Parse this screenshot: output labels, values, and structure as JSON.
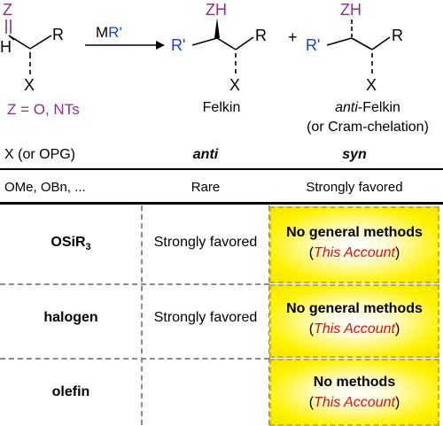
{
  "scheme": {
    "substrate_Z": "Z",
    "substrate_H": "H",
    "substrate_R": "R",
    "substrate_X": "X",
    "reagent_M": "M",
    "reagent_R": "R'",
    "z_def": "Z = O, NTs",
    "felkin_ZH": "ZH",
    "felkin_Rp": "R'",
    "felkin_R": "R",
    "felkin_X": "X",
    "plus": "+",
    "anti_ZH": "ZH",
    "anti_Rp": "R'",
    "anti_R": "R",
    "anti_X": "X",
    "felkin_label": "Felkin",
    "anti_felkin_prefix": "anti",
    "anti_felkin_suffix": "-Felkin",
    "cram_label": "(or Cram-chelation)"
  },
  "table": {
    "col_header_x": "X (or OPG)",
    "col_header_anti": "anti",
    "col_header_syn": "syn",
    "first_row": {
      "label": "OMe, OBn, ...",
      "anti": "Rare",
      "syn": "Strongly favored"
    },
    "rows": [
      {
        "label_main": "OSiR",
        "label_sub": "3",
        "anti": "Strongly favored",
        "syn_main": "No general methods",
        "syn_paren_open": "(",
        "syn_ref": "This Account",
        "syn_paren_close": ")"
      },
      {
        "label_main": "halogen",
        "anti": "Strongly favored",
        "syn_main": "No general methods",
        "syn_paren_open": "(",
        "syn_ref": "This Account",
        "syn_paren_close": ")"
      },
      {
        "label_main": "olefin",
        "anti": "",
        "syn_main": "No methods",
        "syn_paren_open": "(",
        "syn_ref": "This Account",
        "syn_paren_close": ")"
      }
    ]
  },
  "colors": {
    "z_purple": "#8b2f8b",
    "r_blue": "#1a3fd6",
    "ref_red": "#e01010",
    "highlight_yellow": "#fff200"
  }
}
